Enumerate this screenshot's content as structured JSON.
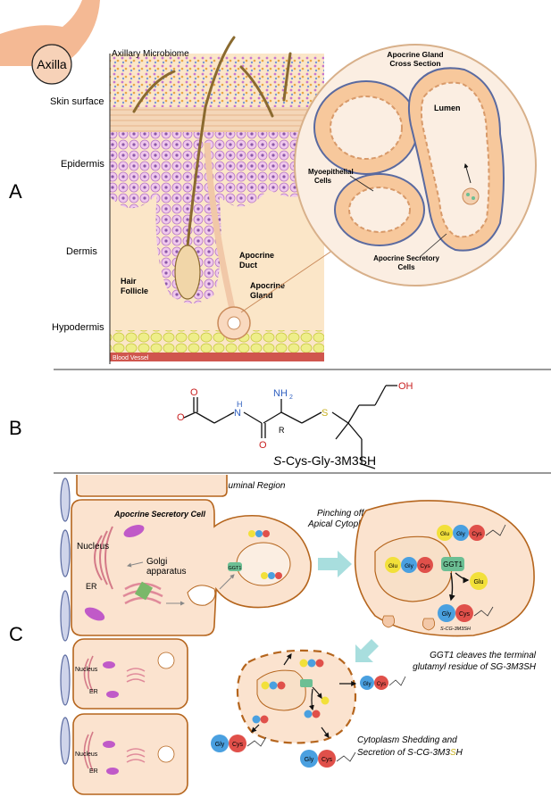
{
  "panelA": {
    "letter": "A",
    "axilla": "Axilla",
    "microbiome": "Axillary Microbiome",
    "layers": [
      "Skin surface",
      "Epidermis",
      "Dermis",
      "Hypodermis"
    ],
    "blood_vessel": "Blood Vessel",
    "hair_follicle": [
      "Hair",
      "Follicle"
    ],
    "apocrine_duct": [
      "Apocrine",
      "Duct"
    ],
    "apocrine_gland": [
      "Apocrine",
      "Gland"
    ],
    "cross_section": [
      "Apocrine Gland",
      "Cross Section"
    ],
    "lumen": "Lumen",
    "myoepithelial": [
      "Myoepithelial",
      "Cells"
    ],
    "secretory": [
      "Apocrine Secretory",
      "Cells"
    ]
  },
  "panelB": {
    "letter": "B",
    "atoms": {
      "o1": "O",
      "o2": "O",
      "n": "N",
      "h": "H",
      "nh2": "NH",
      "nh2_sub": "2",
      "r": "R",
      "s": "S",
      "oh": "OH"
    },
    "caption_prefix": "S",
    "caption_rest": "-Cys-Gly-3M3SH"
  },
  "panelC": {
    "letter": "C",
    "luminal": "Luminal Region",
    "secretory_cell": "Apocrine Secretory Cell",
    "nucleus": "Nucleus",
    "er": "ER",
    "golgi": [
      "Golgi",
      "apparatus"
    ],
    "pinch": [
      "Pinching off",
      "Apical Cytoplasm"
    ],
    "ggt1": "GGT1",
    "glu": "Glu",
    "gly": "Gly",
    "cys": "Cys",
    "sg_label": "S-CG-3M3SH",
    "cleave": [
      "GGT1 cleaves the terminal",
      "glutamyl residue of SG-3M3SH"
    ],
    "shed_line1": "Cytoplasm Shedding and",
    "shed_line2_pre": "Secretion of S-CG-3M3",
    "shed_s": "S",
    "shed_h": "H",
    "small_nucleus": "Nucleus",
    "small_er": "ER"
  },
  "colors": {
    "skin": "#f5c9a6",
    "cell": "#fbe3cf",
    "cell_border": "#b5651d",
    "epidermis": "#e6b3e0",
    "hair": "#8a6a2f",
    "fat": "#e8e85a",
    "vessel": "#d0564e",
    "arrow_teal": "#a8dede",
    "glu": "#f2e03a",
    "gly": "#4aa0e0",
    "cys": "#e0504a",
    "ggt1": "#6cbf94",
    "myo": "#5a6aa0",
    "mito": "#c05ac8",
    "golgi": "#e08a9a",
    "er": "#d47a88",
    "blue_atom": "#3060c0",
    "red_atom": "#c82020",
    "s_atom": "#c8b020"
  }
}
